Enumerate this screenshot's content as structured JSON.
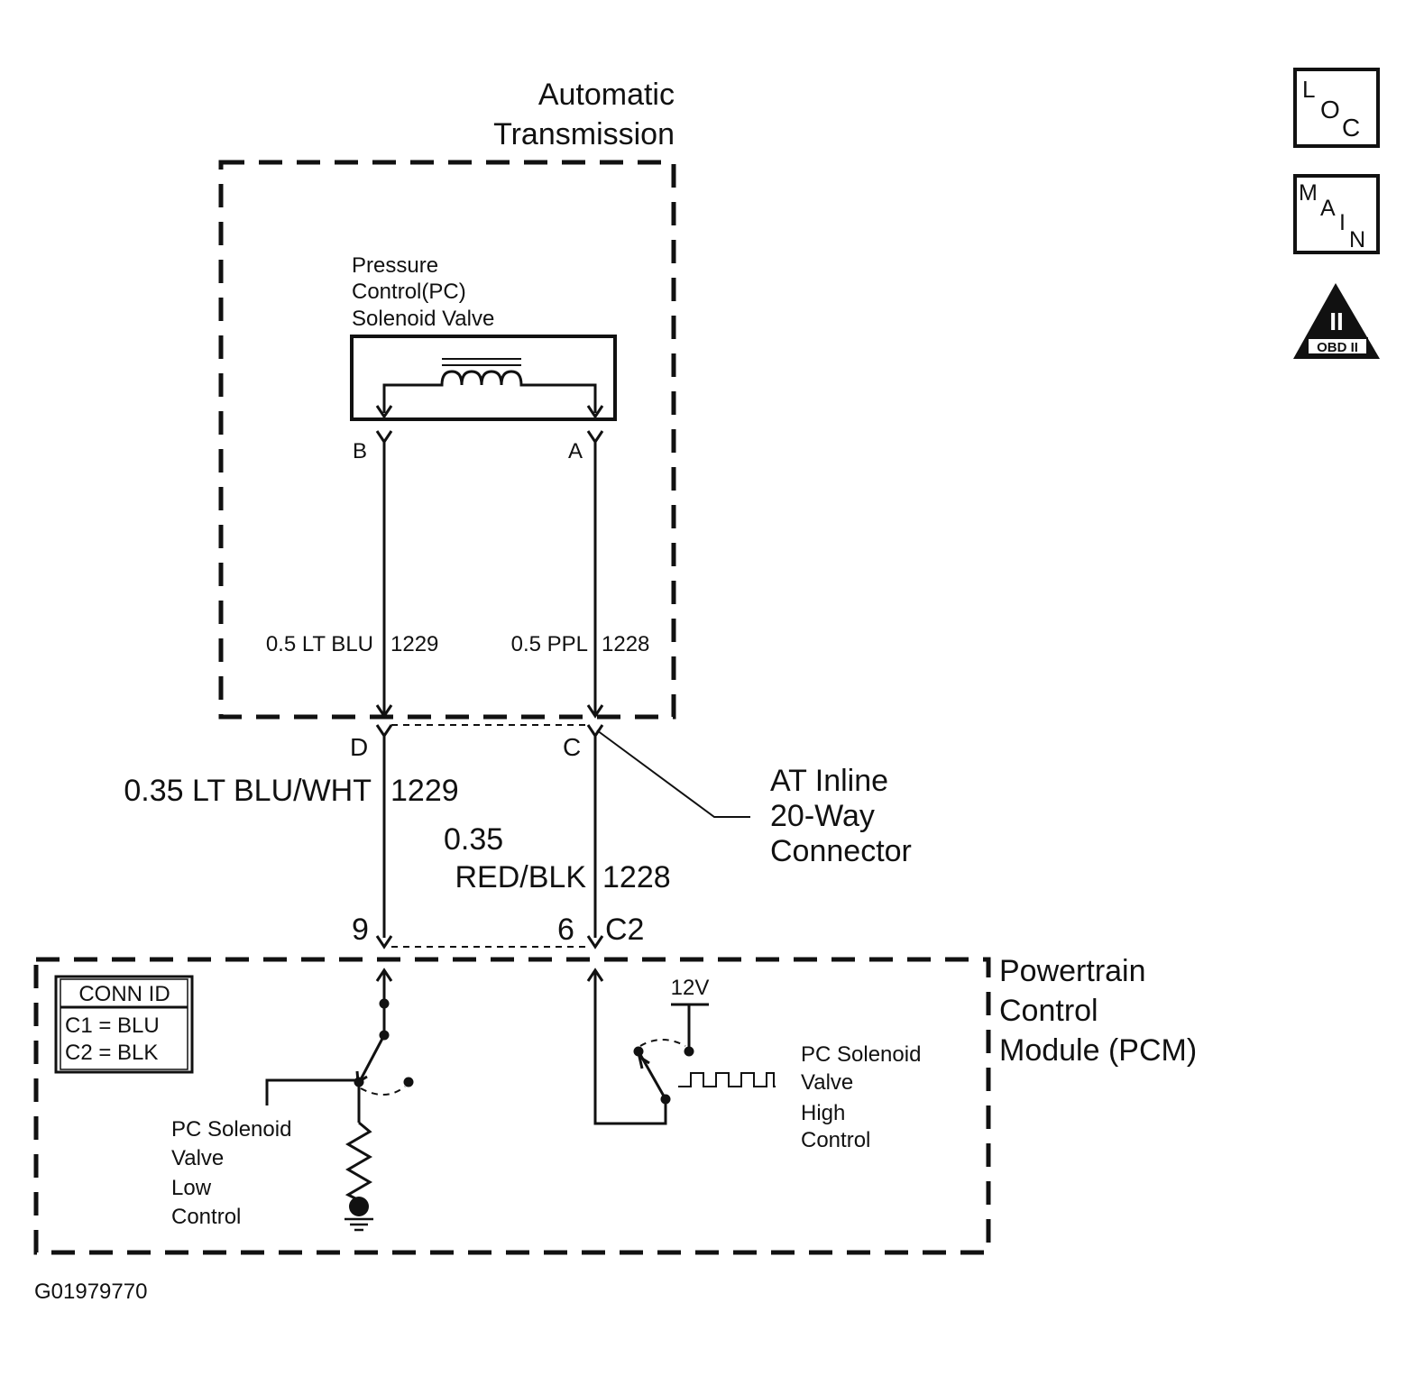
{
  "transmission": {
    "title_line1": "Automatic",
    "title_line2": "Transmission"
  },
  "solenoid": {
    "label_line1": "Pressure",
    "label_line2": "Control(PC)",
    "label_line3": "Solenoid Valve",
    "pin_b": "B",
    "pin_a": "A"
  },
  "wires_inner": {
    "left_label": "0.5 LT BLU",
    "left_circuit": "1229",
    "right_label": "0.5 PPL",
    "right_circuit": "1228"
  },
  "inline_connector": {
    "pin_d": "D",
    "pin_c": "C",
    "label_line1": "AT Inline",
    "label_line2": "20-Way",
    "label_line3": "Connector"
  },
  "wires_outer": {
    "left_label": "0.35 LT BLU/WHT",
    "left_circuit": "1229",
    "right_label_line1": "0.35",
    "right_label_line2": "RED/BLK",
    "right_circuit": "1228"
  },
  "pcm_connector": {
    "pin_9": "9",
    "pin_6": "6",
    "conn": "C2"
  },
  "pcm": {
    "title_line1": "Powertrain",
    "title_line2": "Control",
    "title_line3": "Module (PCM)",
    "conn_id_header": "CONN ID",
    "conn_id_c1": "C1 = BLU",
    "conn_id_c2": "C2 = BLK",
    "voltage": "12V",
    "low_ctrl_line1": "PC Solenoid",
    "low_ctrl_line2": "Valve",
    "low_ctrl_line3": "Low",
    "low_ctrl_line4": "Control",
    "high_ctrl_line1": "PC Solenoid",
    "high_ctrl_line2": "Valve",
    "high_ctrl_line3": "High",
    "high_ctrl_line4": "Control"
  },
  "icons": {
    "loc_l": "L",
    "loc_o": "O",
    "loc_c": "C",
    "main_m": "M",
    "main_a": "A",
    "main_i": "I",
    "main_n": "N",
    "obd_roman": "II",
    "obd_label": "OBD II"
  },
  "figure_id": "G01979770"
}
